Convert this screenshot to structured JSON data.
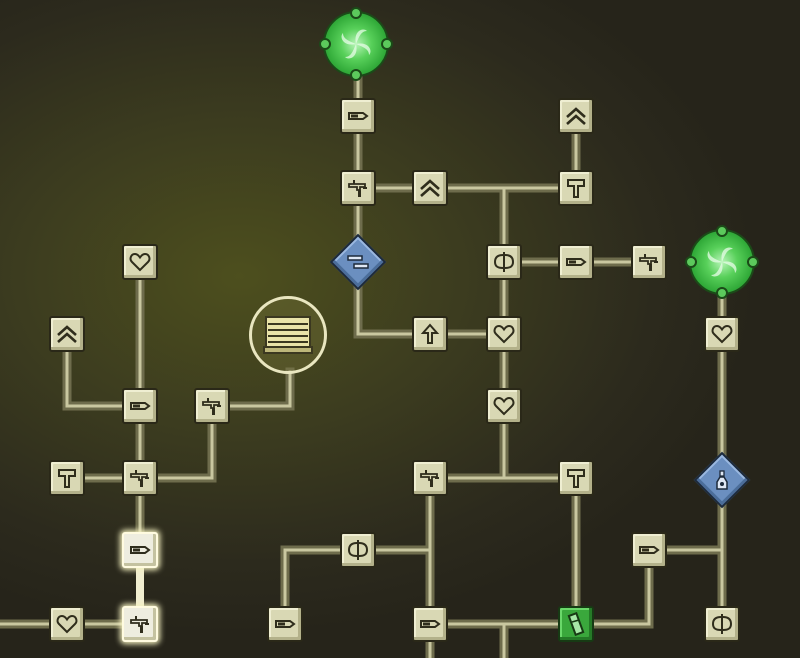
{
  "scene": "skill-tree-map",
  "colors": {
    "background": "#3a3a20",
    "wire_outer": "#6e6c4c",
    "wire_inner": "#c9c7a0",
    "wire_active": "#f1eed0",
    "tile": "#d9d8b4",
    "tile_green": "#3aa83c",
    "diamond": "#6b8fc0",
    "portal": "#4ec650"
  },
  "tree": {
    "portals": [
      {
        "name": "warp-portal-top"
      },
      {
        "name": "warp-portal-right"
      }
    ],
    "treasure": {
      "name": "treasure-chest",
      "icon": "chest-icon"
    },
    "nodes": [
      {
        "name": "node-top-knife",
        "icon": "knife-icon"
      },
      {
        "name": "node-top-rifle",
        "icon": "rifle-icon"
      },
      {
        "name": "node-top-chevron",
        "icon": "chevron-icon"
      },
      {
        "name": "node-upper-chevron-right",
        "icon": "chevron-icon"
      },
      {
        "name": "node-upper-hammer",
        "icon": "hammer-icon"
      },
      {
        "name": "node-battleaxe-mid",
        "icon": "battleaxe-icon"
      },
      {
        "name": "node-knife-mid-right",
        "icon": "knife-icon"
      },
      {
        "name": "node-rifle-mid-right",
        "icon": "rifle-icon"
      },
      {
        "name": "node-arrow-up",
        "icon": "arrow-up-icon"
      },
      {
        "name": "node-heart-center",
        "icon": "heart-icon"
      },
      {
        "name": "node-heart-center-low",
        "icon": "heart-icon"
      },
      {
        "name": "node-heart-right",
        "icon": "heart-icon"
      },
      {
        "name": "node-heart-left-top",
        "icon": "heart-icon"
      },
      {
        "name": "node-chevron-left",
        "icon": "chevron-icon"
      },
      {
        "name": "node-knife-left",
        "icon": "knife-icon"
      },
      {
        "name": "node-rifle-left-mid",
        "icon": "rifle-icon"
      },
      {
        "name": "node-hammer-left",
        "icon": "hammer-icon"
      },
      {
        "name": "node-rifle-left",
        "icon": "rifle-icon"
      },
      {
        "name": "node-knife-active",
        "icon": "knife-icon",
        "state": "active"
      },
      {
        "name": "node-rifle-active",
        "icon": "rifle-icon",
        "state": "active"
      },
      {
        "name": "node-heart-bottom-left",
        "icon": "heart-icon"
      },
      {
        "name": "node-rifle-center",
        "icon": "rifle-icon"
      },
      {
        "name": "node-hammer-center",
        "icon": "hammer-icon"
      },
      {
        "name": "node-battleaxe-low",
        "icon": "battleaxe-icon"
      },
      {
        "name": "node-knife-bottom-1",
        "icon": "knife-icon"
      },
      {
        "name": "node-knife-bottom-2",
        "icon": "knife-icon"
      },
      {
        "name": "node-cylinder-green",
        "icon": "cylinder-icon",
        "state": "highlighted"
      },
      {
        "name": "node-knife-right-low",
        "icon": "knife-icon"
      },
      {
        "name": "node-battleaxe-bottom-right",
        "icon": "battleaxe-icon"
      }
    ],
    "special_nodes": [
      {
        "name": "node-diamond-switch",
        "icon": "switch-icon"
      },
      {
        "name": "node-diamond-potion",
        "icon": "potion-icon"
      }
    ]
  }
}
